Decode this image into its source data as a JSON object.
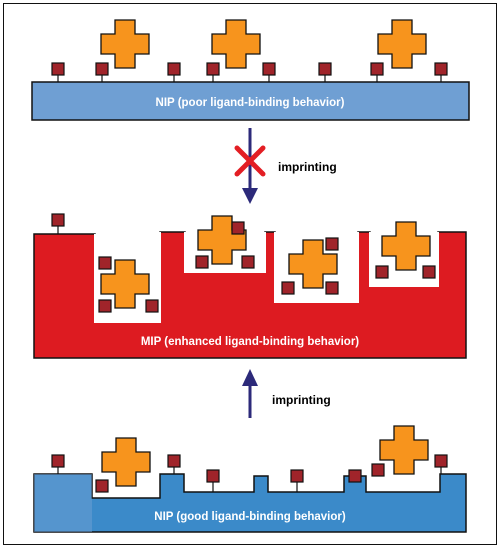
{
  "panels": {
    "top_label": "NIP (poor ligand-binding behavior)",
    "middle_label": "MIP (enhanced ligand-binding behavior)",
    "bottom_label": "NIP (good ligand-binding behavior)"
  },
  "arrows": {
    "upper_text": "imprinting",
    "lower_text": "imprinting"
  },
  "colors": {
    "blue_slab": "#6f9fd3",
    "blue_bottom": "#3b8ac9",
    "red_slab": "#dd1b21",
    "template": "#f7941d",
    "ligand": "#a0242a",
    "arrow": "#2c2a7a",
    "cross": "#e31e24"
  },
  "icons": {
    "template": "orange-cross-template-icon",
    "ligand": "ligand-square-icon",
    "blocked": "red-x-icon"
  }
}
